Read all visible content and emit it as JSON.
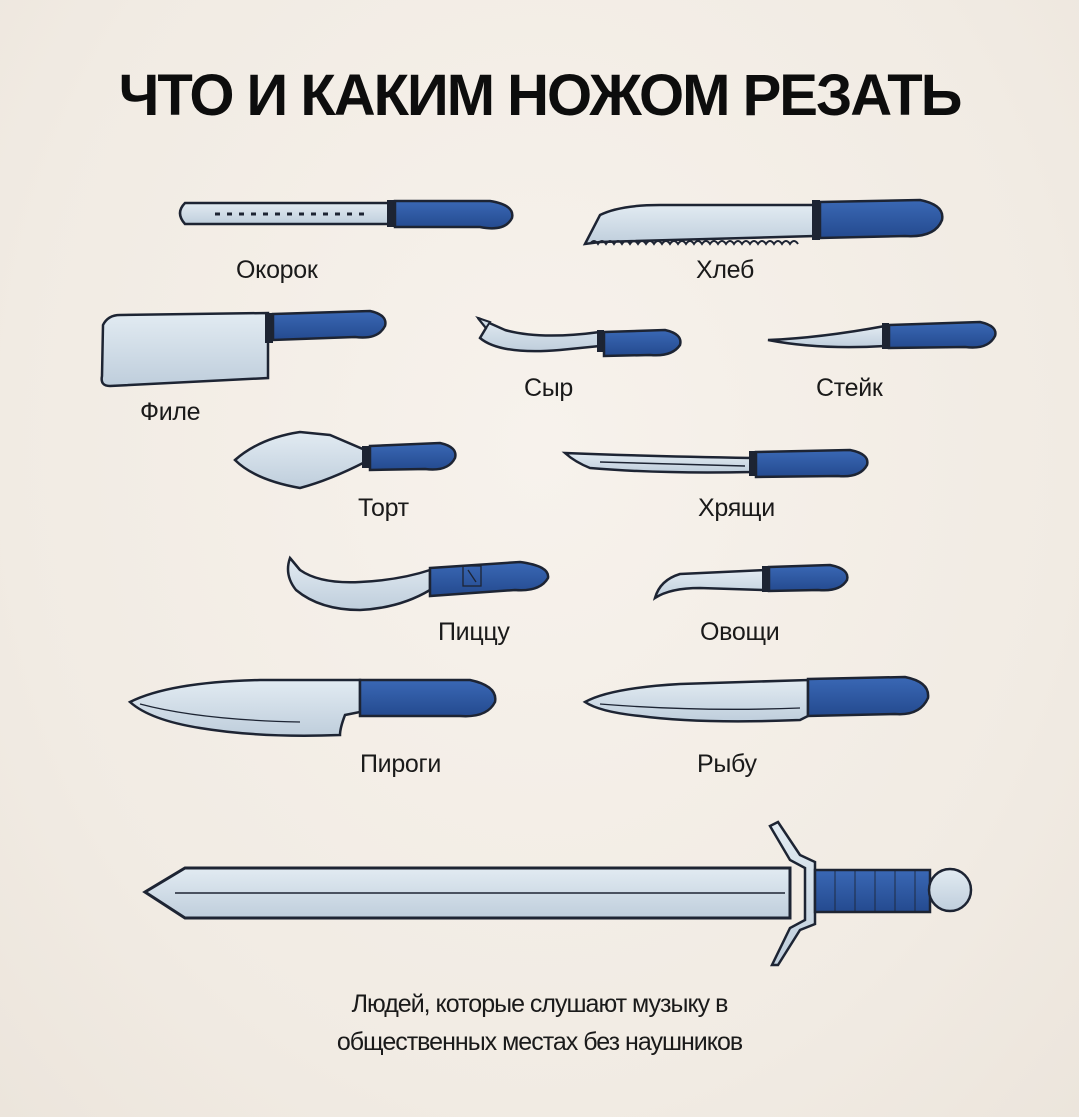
{
  "title": "ЧТО И КАКИМ НОЖОМ РЕЗАТЬ",
  "colors": {
    "handle": "#2f5aa5",
    "handle_dark": "#1f3f7e",
    "blade": "#cfdbe6",
    "outline": "#1d2433",
    "background": "#f3ede6"
  },
  "knives": [
    {
      "id": "ham",
      "label": "Окорок",
      "icon": "slicing-knife-icon"
    },
    {
      "id": "bread",
      "label": "Хлеб",
      "icon": "bread-knife-icon"
    },
    {
      "id": "fillet",
      "label": "Филе",
      "icon": "cleaver-icon"
    },
    {
      "id": "cheese",
      "label": "Сыр",
      "icon": "cheese-knife-icon"
    },
    {
      "id": "steak",
      "label": "Стейк",
      "icon": "steak-knife-icon"
    },
    {
      "id": "cake",
      "label": "Торт",
      "icon": "cake-server-icon"
    },
    {
      "id": "cartilage",
      "label": "Хрящи",
      "icon": "boning-knife-icon"
    },
    {
      "id": "pizza",
      "label": "Пиццу",
      "icon": "pizza-knife-icon"
    },
    {
      "id": "vegetables",
      "label": "Овощи",
      "icon": "paring-knife-icon"
    },
    {
      "id": "pies",
      "label": "Пироги",
      "icon": "chef-knife-icon"
    },
    {
      "id": "fish",
      "label": "Рыбу",
      "icon": "fish-knife-icon"
    }
  ],
  "sword": {
    "icon": "sword-icon"
  },
  "caption": {
    "line1": "Людей, которые слушают музыку в",
    "line2": "общественных местах без наушников"
  }
}
